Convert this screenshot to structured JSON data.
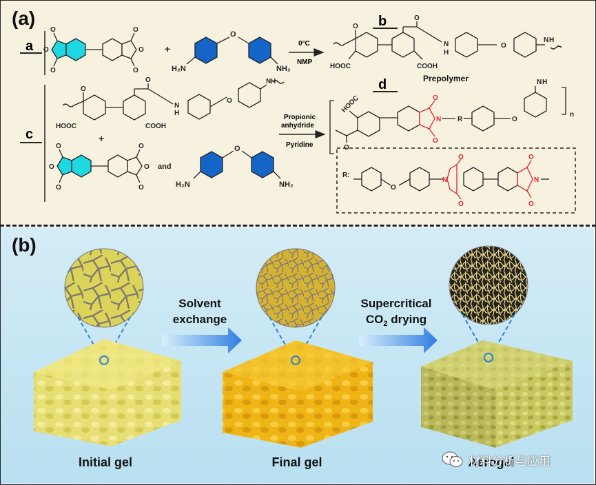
{
  "panel_a": {
    "tag": "(a)",
    "labels": {
      "a": "a",
      "b": "b",
      "c": "c",
      "d": "d"
    },
    "plus": "+",
    "and": "and",
    "cond_top": "0°C",
    "cond_solvent": "NMP",
    "cond_reagent1": "Propionic",
    "cond_reagent1b": "anhydride",
    "cond_reagent2": "Pyridine",
    "prepolymer": "Prepolymer",
    "chem_text": {
      "H2N": "H₂N",
      "NH2": "NH₂",
      "HOOC": "HOOC",
      "COOH": "COOH",
      "HOOC_small": "HOOC",
      "N": "N",
      "H": "H",
      "NH_top": "N",
      "R": "R",
      "R_label": "R:",
      "n": "n",
      "O": "O"
    }
  },
  "panel_b": {
    "tag": "(b)",
    "step1": [
      "Solvent",
      "exchange"
    ],
    "step2_line1": "Supercritical",
    "step2_co": "CO",
    "step2_sub": "2",
    "step2_rest": " drying",
    "labels": [
      "Initial  gel",
      "Final  gel",
      "Aerogel"
    ]
  },
  "watermark": {
    "text": "材料分析与应用",
    "icon": "wechat-icon"
  },
  "colors": {
    "cyan": "#1ed7e0",
    "blue": "#1565c8",
    "red": "#e8202a",
    "gel_initial": "#e9df66",
    "gel_final": "#efb416",
    "aerogel": "#c9c860"
  }
}
